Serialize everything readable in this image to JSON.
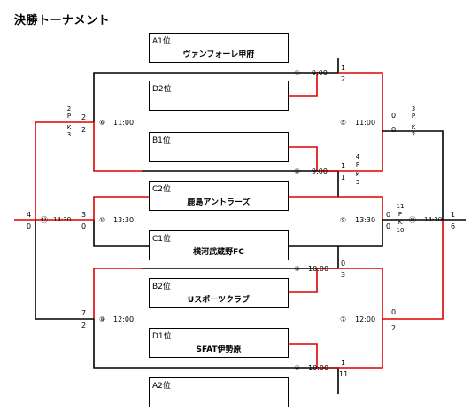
{
  "title": "決勝トーナメント",
  "teams": [
    {
      "seed": "A1位",
      "name": "ヴァンフォーレ甲府"
    },
    {
      "seed": "D2位",
      "name": ""
    },
    {
      "seed": "B1位",
      "name": ""
    },
    {
      "seed": "C2位",
      "name": "鹿島アントラーズ"
    },
    {
      "seed": "C1位",
      "name": "横河武蔵野FC"
    },
    {
      "seed": "B2位",
      "name": "Uスポーツクラブ"
    },
    {
      "seed": "D1位",
      "name": "SFAT伊勢原"
    },
    {
      "seed": "A2位",
      "name": ""
    }
  ],
  "matches": {
    "m1": {
      "label": "①",
      "time": "9:00",
      "top": "1",
      "bottom": "2"
    },
    "m2": {
      "label": "②",
      "time": "9:00",
      "top": "1",
      "bottom": "1",
      "pk": [
        "4",
        "P",
        "K",
        "3"
      ]
    },
    "m3": {
      "label": "③",
      "time": "10:00",
      "top": "0",
      "bottom": "3"
    },
    "m4": {
      "label": "④",
      "time": "10:00",
      "top": "1",
      "bottom": "11"
    },
    "m5": {
      "label": "⑤",
      "time": "11:00",
      "top": "0",
      "bottom": "0",
      "pk": [
        "3",
        "P",
        "K",
        "2"
      ]
    },
    "m6": {
      "label": "⑥",
      "time": "11:00",
      "top": "2",
      "bottom": "2",
      "pk": [
        "2",
        "P",
        "K",
        "3"
      ]
    },
    "m7": {
      "label": "⑦",
      "time": "12:00",
      "top": "0",
      "bottom": "2"
    },
    "m8": {
      "label": "⑧",
      "time": "12:00",
      "top": "7",
      "bottom": "2"
    },
    "m9": {
      "label": "⑨",
      "time": "13:30",
      "top": "0",
      "bottom": "0",
      "pk": [
        "11",
        "P",
        "K",
        "10"
      ]
    },
    "m10": {
      "label": "⑩",
      "time": "13:30",
      "top": "3",
      "bottom": "0"
    },
    "m11": {
      "label": "⑪",
      "time": "14:30",
      "top": "1",
      "bottom": "6"
    },
    "m12": {
      "label": "⑫",
      "time": "14:30",
      "top": "4",
      "bottom": "0"
    }
  },
  "colors": {
    "winner_line": "#e00000",
    "line": "#000000"
  }
}
